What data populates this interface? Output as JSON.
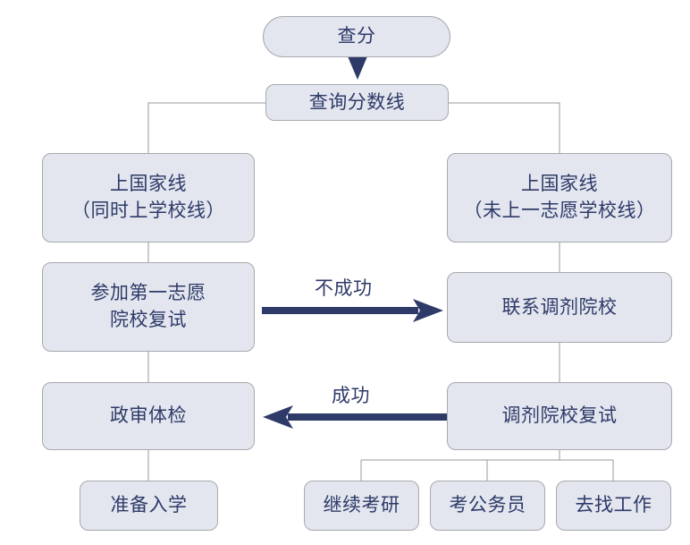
{
  "diagram": {
    "title_node": "查分",
    "nodes": {
      "chafen": "查分",
      "chaxun": "查询分数线",
      "left_1_line1": "上国家线",
      "left_1_line2": "（同时上学校线）",
      "right_1_line1": "上国家线",
      "right_1_line2": "（未上一志愿学校线）",
      "left_2_line1": "参加第一志愿",
      "left_2_line2": "院校复试",
      "right_2": "联系调剂院校",
      "left_3": "政审体检",
      "right_3": "调剂院校复试",
      "left_4": "准备入学",
      "bottom_1": "继续考研",
      "bottom_2": "考公务员",
      "bottom_3": "去找工作"
    },
    "edge_labels": {
      "fail": "不成功",
      "success": "成功"
    },
    "colors": {
      "node_fill": "#e3e6ef",
      "node_border": "#a7a9ad",
      "text": "#2e3a68",
      "arrow": "#2e3a68",
      "connector_line": "#9a9a9e",
      "background": "#ffffff"
    }
  }
}
